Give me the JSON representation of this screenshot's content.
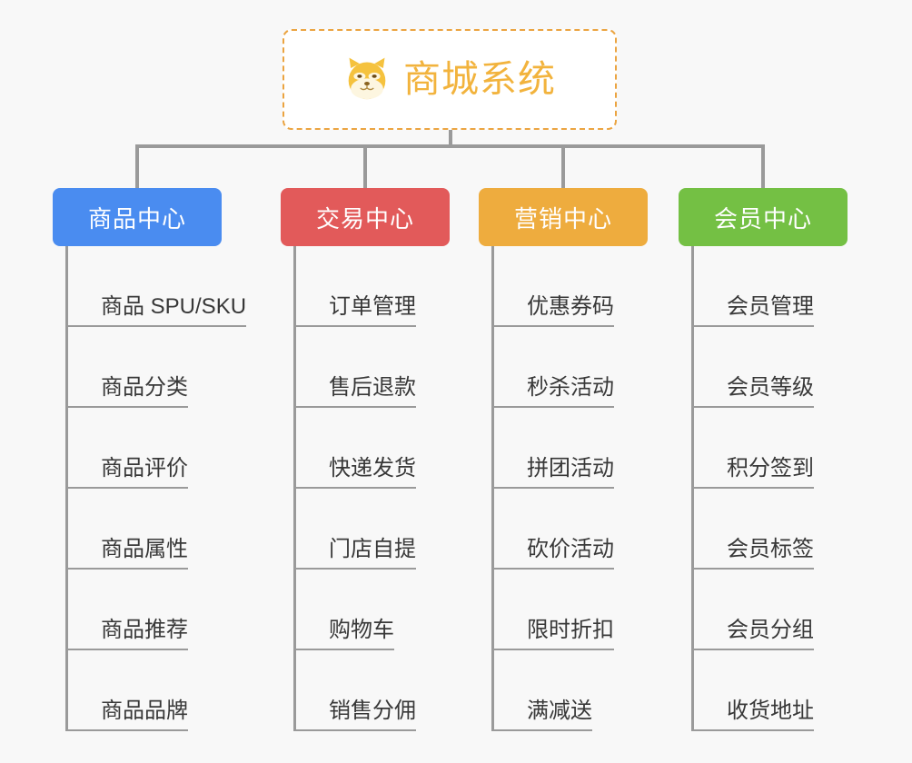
{
  "page": {
    "background_color": "#f8f8f8",
    "type": "org-chart",
    "line_color": "#9a9a9a",
    "text_color": "#383838"
  },
  "root": {
    "title": "商城系统",
    "icon": "shiba-dog-face-icon",
    "text_color": "#f2b33d",
    "border_color": "#eba441",
    "background_color": "#ffffff",
    "border_style": "dashed"
  },
  "columns": [
    {
      "header": "商品中心",
      "color": "#4a8cf0",
      "items": [
        "商品 SPU/SKU",
        "商品分类",
        "商品评价",
        "商品属性",
        "商品推荐",
        "商品品牌"
      ]
    },
    {
      "header": "交易中心",
      "color": "#e25a5a",
      "items": [
        "订单管理",
        "售后退款",
        "快递发货",
        "门店自提",
        "购物车",
        "销售分佣"
      ]
    },
    {
      "header": "营销中心",
      "color": "#eeac3e",
      "items": [
        "优惠券码",
        "秒杀活动",
        "拼团活动",
        "砍价活动",
        "限时折扣",
        "满减送"
      ]
    },
    {
      "header": "会员中心",
      "color": "#74c044",
      "items": [
        "会员管理",
        "会员等级",
        "积分签到",
        "会员标签",
        "会员分组",
        "收货地址"
      ]
    }
  ]
}
